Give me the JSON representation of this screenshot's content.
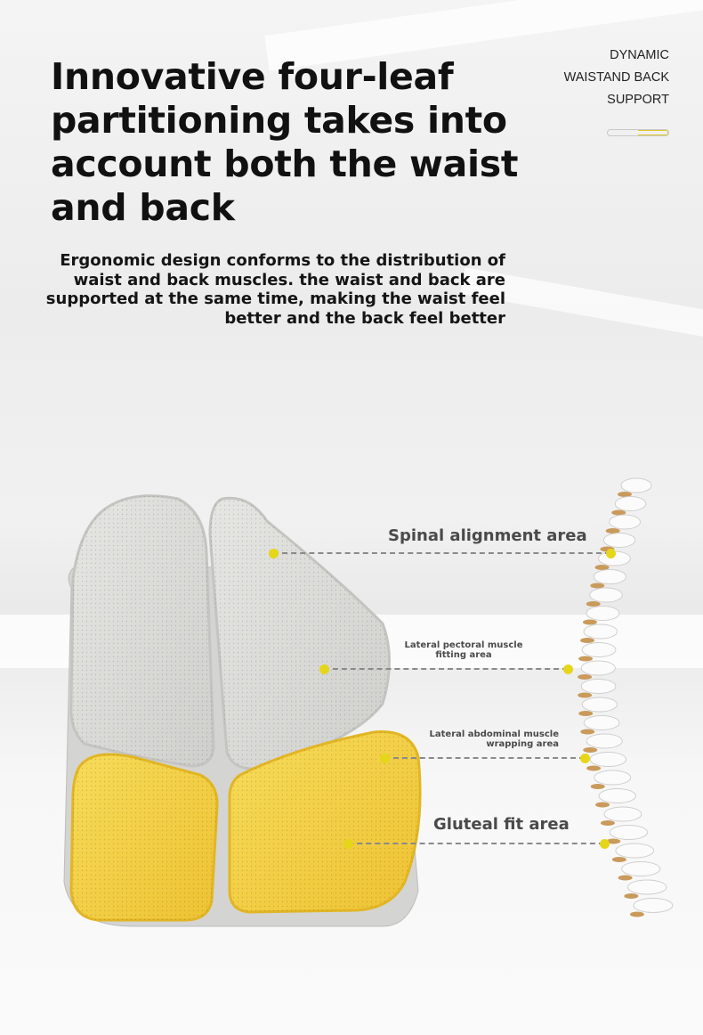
{
  "headline": "Innovative four-leaf partitioning takes into account both the waist and back",
  "headline_lines": [
    "Innovative four-leaf",
    "partitioning takes into",
    "account both the waist",
    "and back"
  ],
  "subtitle_lines": [
    "Ergonomic design conforms to the distribution of",
    "waist and back muscles. the waist and back are",
    "supported at the same time, making the waist feel",
    "better and the back feel better"
  ],
  "tagline": [
    "DYNAMIC",
    "WAISTAND BACK",
    "SUPPORT"
  ],
  "callouts": [
    {
      "label": "Spinal alignment area"
    },
    {
      "label_lines": [
        "Lateral pectoral muscle",
        "fitting area"
      ]
    },
    {
      "label_lines": [
        "Lateral abdominal muscle",
        "wrapping area"
      ]
    },
    {
      "label": "Gluteal fit area"
    }
  ],
  "colors": {
    "accent": "#e6d619",
    "cushion_yellow": "#f3cf3f",
    "cushion_grey": "#d9d9d6",
    "text": "#111111",
    "callout_text": "#4a4a4a"
  }
}
